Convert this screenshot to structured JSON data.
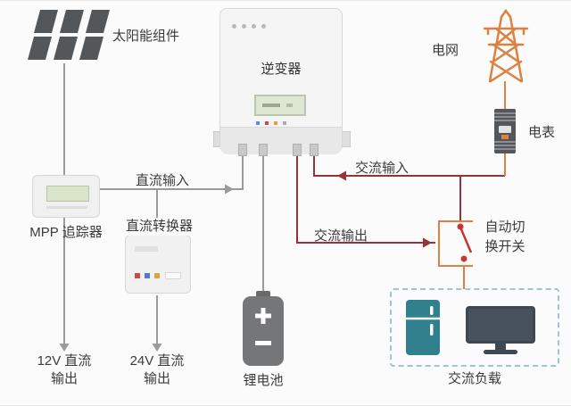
{
  "diagram": {
    "nodes": {
      "solar": {
        "label": "太阳能组件"
      },
      "inverter": {
        "label": "逆变器"
      },
      "grid": {
        "label": "电网"
      },
      "meter": {
        "label": "电表"
      },
      "mpp": {
        "label": "MPP 追踪器"
      },
      "dc_converter": {
        "label": "直流转换器"
      },
      "battery": {
        "label": "锂电池"
      },
      "transfer_switch": {
        "label": "自动切换开关"
      },
      "ac_load": {
        "label": "交流负载"
      },
      "output_12v": {
        "line1": "12V 直流",
        "line2": "输出"
      },
      "output_24v": {
        "line1": "24V 直流",
        "line2": "输出"
      }
    },
    "edges": {
      "dc_input": {
        "label": "直流输入"
      },
      "ac_input": {
        "label": "交流输入"
      },
      "ac_output": {
        "label": "交流输出"
      }
    },
    "icons": {
      "solar": "solar-panel-icon",
      "grid": "transmission-tower-icon",
      "meter": "electric-meter-icon",
      "battery": "battery-icon",
      "fridge": "refrigerator-icon",
      "monitor": "monitor-icon",
      "switch": "transfer-switch-icon"
    },
    "colors": {
      "wire_gray": "#9a9a9a",
      "wire_maroon": "#96333a",
      "wire_orange": "#dd8140",
      "switch_red": "#cc3333",
      "panel_dark": "#53575a",
      "load_border": "#9fc6cf",
      "fridge_teal": "#31808e",
      "monitor_dark": "#3e4852",
      "battery_gray": "#747678",
      "text": "#3b3b3b"
    }
  }
}
